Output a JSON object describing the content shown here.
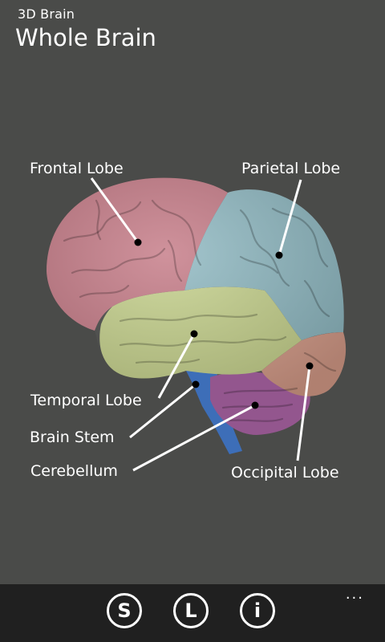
{
  "header": {
    "app_name": "3D Brain",
    "page_title": "Whole Brain"
  },
  "brain": {
    "lobe_colors": {
      "frontal": "#c57a86",
      "parietal": "#8fb9c2",
      "temporal": "#c6d28c",
      "occipital": "#d69c89",
      "cerebellum": "#93568e",
      "brain_stem": "#3d6eb8"
    },
    "labels": [
      {
        "name": "frontal",
        "text": "Frontal Lobe"
      },
      {
        "name": "parietal",
        "text": "Parietal Lobe"
      },
      {
        "name": "temporal",
        "text": "Temporal Lobe"
      },
      {
        "name": "brain-stem",
        "text": "Brain Stem"
      },
      {
        "name": "cerebellum",
        "text": "Cerebellum"
      },
      {
        "name": "occipital",
        "text": "Occipital Lobe"
      }
    ]
  },
  "app_bar": {
    "buttons": [
      {
        "label": "S",
        "icon": "s-circle-icon"
      },
      {
        "label": "L",
        "icon": "l-circle-icon"
      },
      {
        "label": "i",
        "icon": "info-circle-icon"
      }
    ],
    "more_label": "..."
  }
}
